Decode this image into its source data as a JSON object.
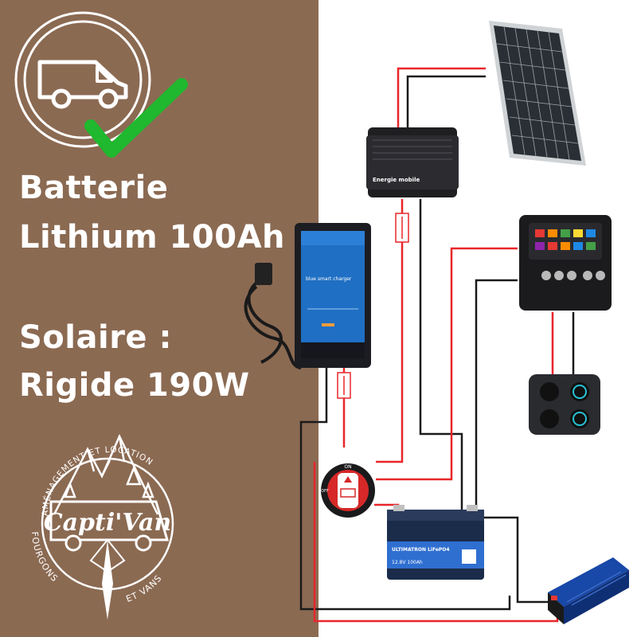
{
  "colors": {
    "panel_brown": "#8B6A52",
    "checkmark_green": "#1FB82E",
    "wire_red": "#E8262A",
    "wire_black": "#1a1a1a",
    "charger_blue": "#1F6FC4",
    "battery_navy": "#1B2B4A"
  },
  "headline": {
    "battery_line1": "Batterie",
    "battery_line2": "Lithium 100Ah",
    "solar_line1": "Solaire :",
    "solar_line2": "Rigide 190W"
  },
  "logo": {
    "brand": "Capti'Van",
    "arc_top": "AMÉNAGEMENT ET LOCATION",
    "arc_bottom_left": "FOURGONS",
    "arc_bottom_right": "ET VANS"
  },
  "components": {
    "mppt_brand": "Energie mobile",
    "charger_label": "blue smart charger",
    "battery_label": "ULTIMATRON LiFePO4",
    "battery_spec": "12.8V  100Ah",
    "switch_on": "ON",
    "switch_off": "OFF"
  },
  "icons": [
    "van-icon",
    "checkmark-icon"
  ]
}
